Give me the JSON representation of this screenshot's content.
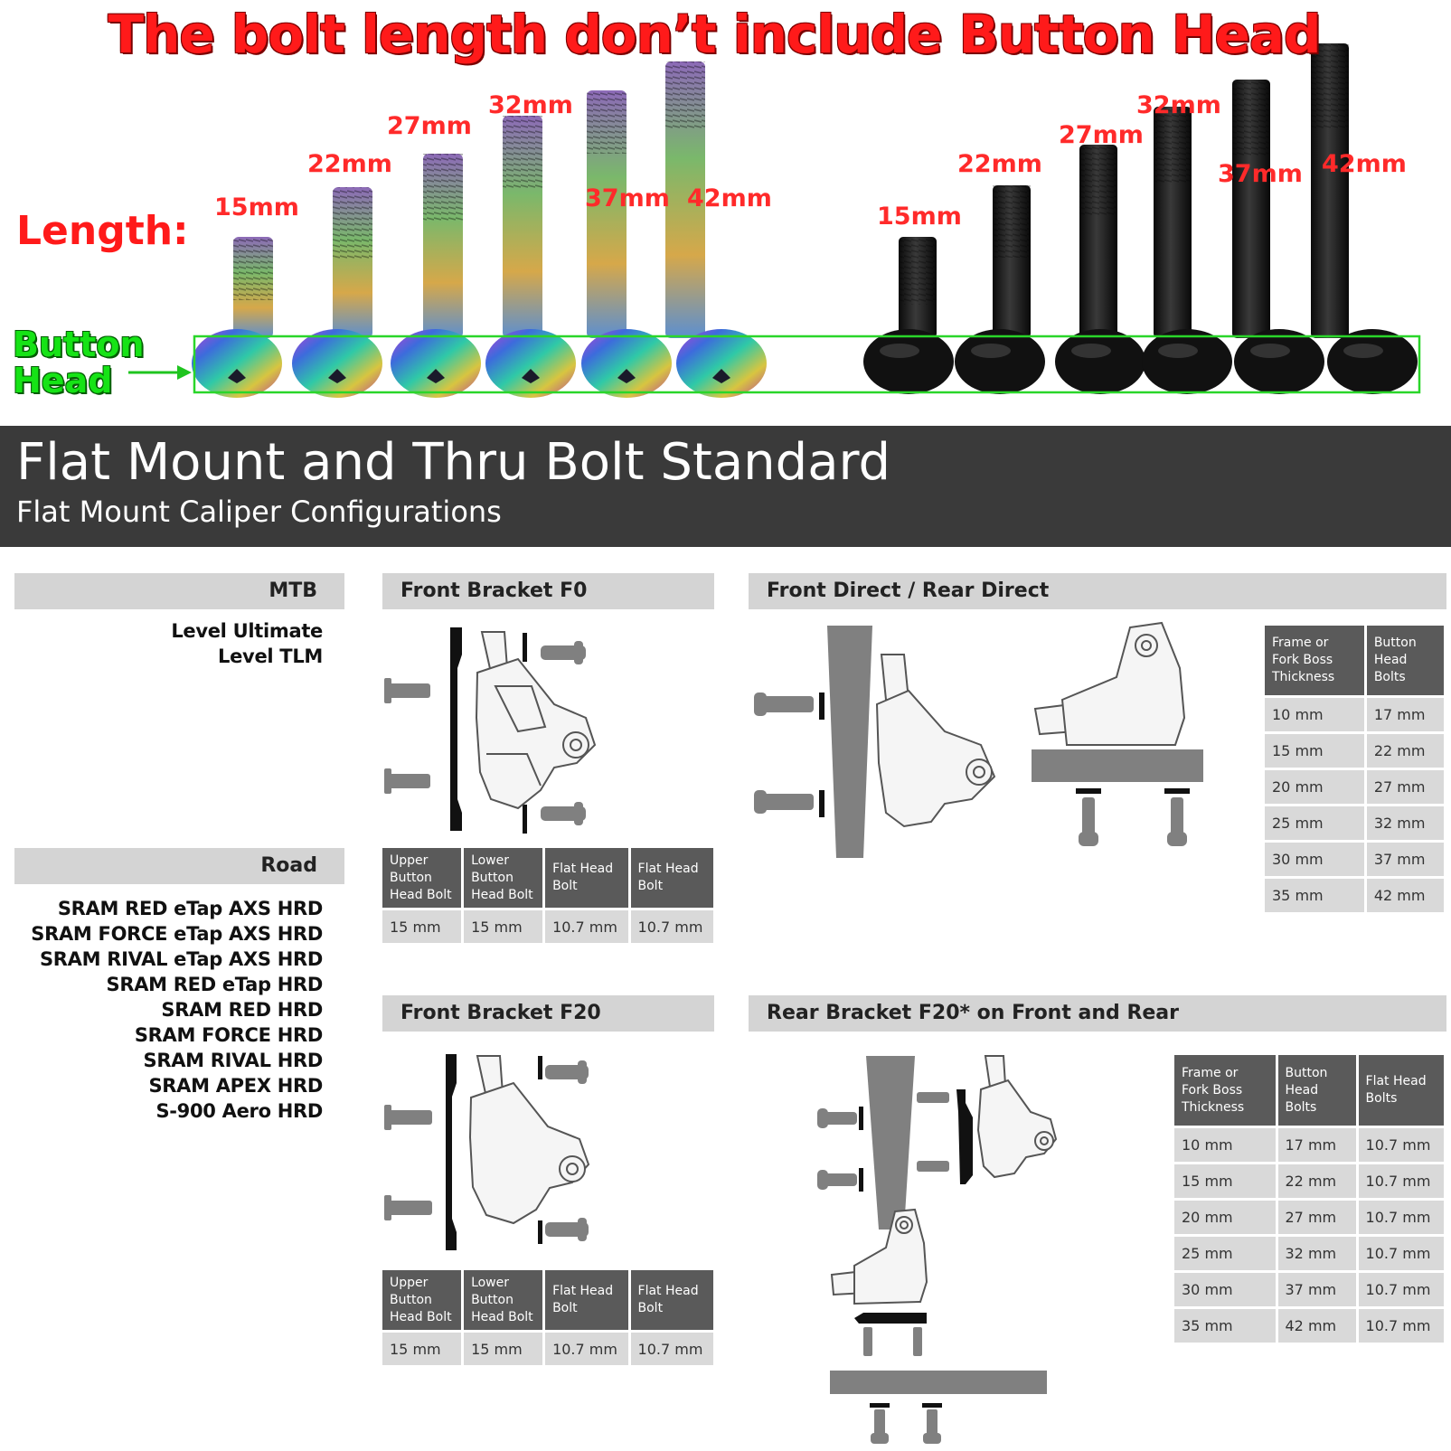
{
  "headline": "The bolt length don’t include Button Head",
  "length_label": "Length:",
  "button_head_label": [
    "Button",
    "Head"
  ],
  "rainbow_lengths": [
    "15mm",
    "22mm",
    "27mm",
    "32mm",
    "37mm",
    "42mm"
  ],
  "black_lengths": [
    "15mm",
    "22mm",
    "27mm",
    "32mm",
    "37mm",
    "42mm"
  ],
  "colors": {
    "headline_red": "#ff1a1a",
    "button_head_green": "#16e316",
    "band_dark": "#3a3a3a",
    "header_gray": "#d4d4d4",
    "table_header": "#5a5a5a",
    "table_cell": "#d9d9d9"
  },
  "band": {
    "title": "Flat Mount and Thru Bolt Standard",
    "subtitle": "Flat Mount Caliper Configurations"
  },
  "mtb": {
    "header": "MTB",
    "models": [
      "Level Ultimate",
      "Level TLM"
    ]
  },
  "road": {
    "header": "Road",
    "models": [
      "SRAM RED eTap AXS HRD",
      "SRAM FORCE eTap AXS HRD",
      "SRAM RIVAL eTap AXS HRD",
      "SRAM RED eTap HRD",
      "SRAM RED HRD",
      "SRAM FORCE HRD",
      "SRAM RIVAL HRD",
      "SRAM APEX HRD",
      "S-900 Aero HRD"
    ]
  },
  "f0": {
    "header": "Front Bracket F0",
    "columns": [
      "Upper Button Head Bolt",
      "Lower Button Head Bolt",
      "Flat Head Bolt",
      "Flat Head Bolt"
    ],
    "values": [
      "15 mm",
      "15 mm",
      "10.7 mm",
      "10.7 mm"
    ]
  },
  "direct": {
    "header": "Front Direct / Rear Direct",
    "columns": [
      "Frame or Fork Boss Thickness",
      "Button Head Bolts"
    ],
    "rows": [
      [
        "10 mm",
        "17 mm"
      ],
      [
        "15 mm",
        "22 mm"
      ],
      [
        "20 mm",
        "27 mm"
      ],
      [
        "25 mm",
        "32 mm"
      ],
      [
        "30 mm",
        "37 mm"
      ],
      [
        "35 mm",
        "42 mm"
      ]
    ]
  },
  "f20": {
    "header": "Front Bracket F20",
    "columns": [
      "Upper Button Head Bolt",
      "Lower Button Head Bolt",
      "Flat Head Bolt",
      "Flat Head Bolt"
    ],
    "values": [
      "15 mm",
      "15 mm",
      "10.7 mm",
      "10.7 mm"
    ]
  },
  "rear_f20": {
    "header": "Rear Bracket F20* on Front and Rear",
    "columns": [
      "Frame or Fork Boss Thickness",
      "Button Head Bolts",
      "Flat Head Bolts"
    ],
    "rows": [
      [
        "10 mm",
        "17 mm",
        "10.7 mm"
      ],
      [
        "15 mm",
        "22 mm",
        "10.7 mm"
      ],
      [
        "20 mm",
        "27 mm",
        "10.7 mm"
      ],
      [
        "25 mm",
        "32 mm",
        "10.7 mm"
      ],
      [
        "30 mm",
        "37 mm",
        "10.7 mm"
      ],
      [
        "35 mm",
        "42 mm",
        "10.7 mm"
      ]
    ]
  }
}
